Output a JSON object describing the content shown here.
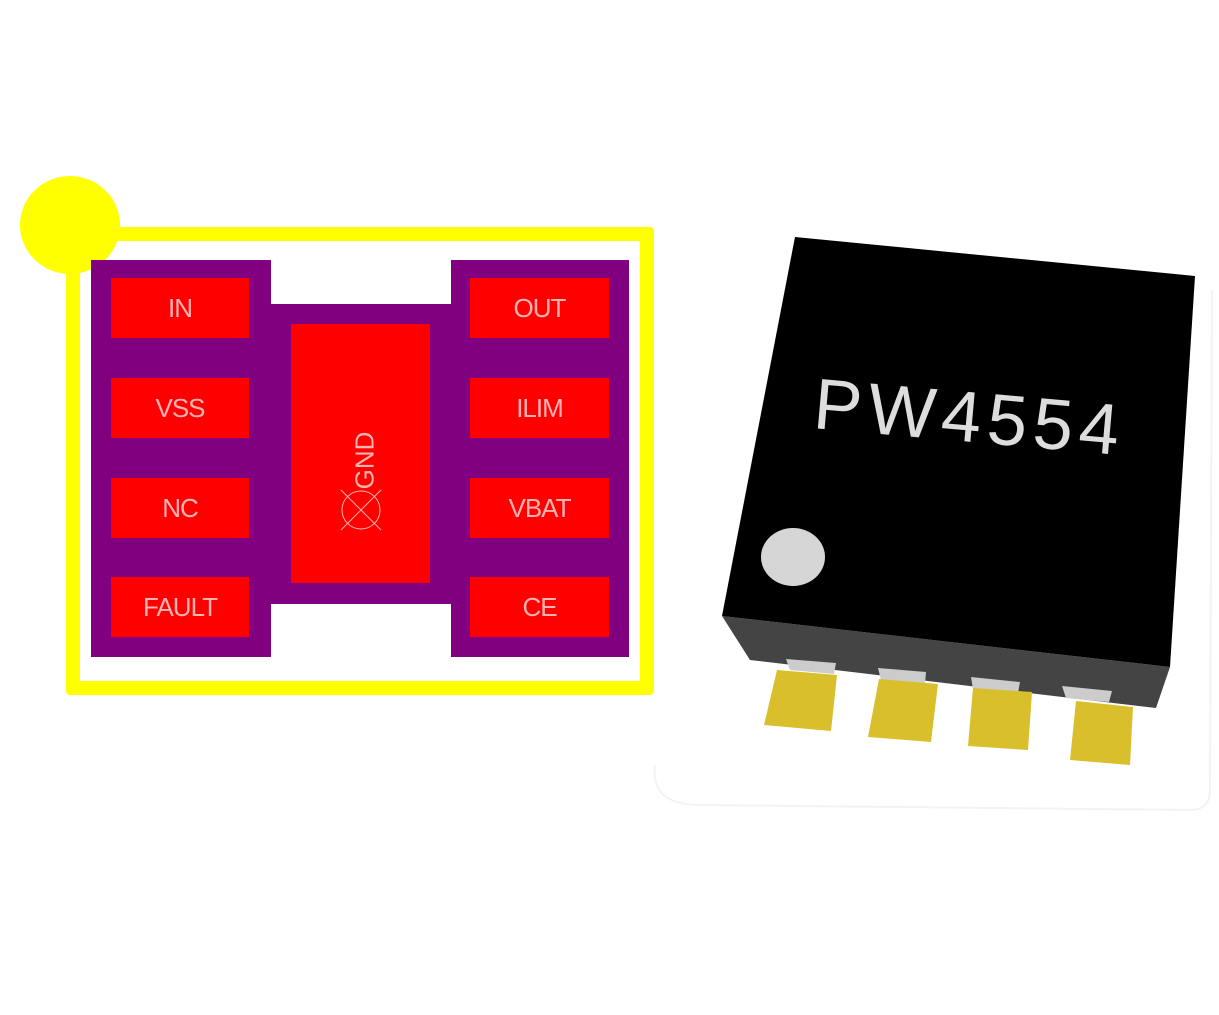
{
  "footprint": {
    "colors": {
      "silkscreen": "#ffff00",
      "solder_mask": "#800080",
      "pad": "#ff0000",
      "pad_label": "#ffb3b3"
    },
    "pads_left": [
      {
        "label": "IN"
      },
      {
        "label": "VSS"
      },
      {
        "label": "NC"
      },
      {
        "label": "FAULT"
      }
    ],
    "pads_right": [
      {
        "label": "OUT"
      },
      {
        "label": "ILIM"
      },
      {
        "label": "VBAT"
      },
      {
        "label": "CE"
      }
    ],
    "thermal_pad": {
      "label": "GND"
    }
  },
  "chip": {
    "marking": "PW4554",
    "colors": {
      "body_top": "#000000",
      "body_side": "#444444",
      "lead": "#d9bf2b",
      "lead_top": "#cccccc",
      "marking": "#dddddd",
      "pin1_dot": "#d6d6d6"
    },
    "lead_count_visible": 4
  }
}
